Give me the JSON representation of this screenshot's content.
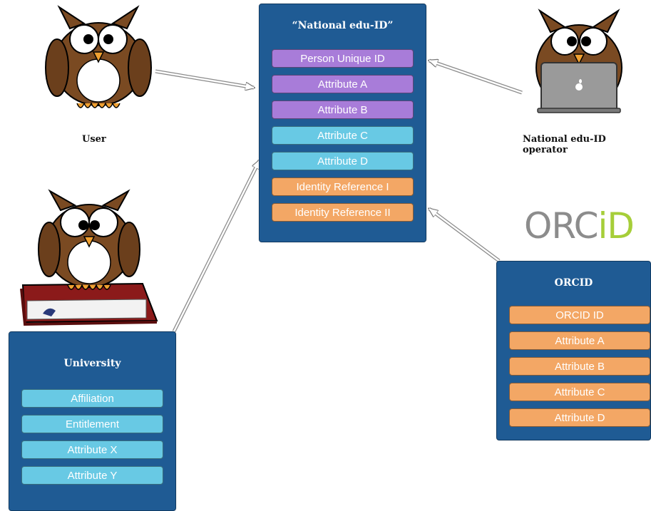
{
  "colors": {
    "panel": "#1f5b94",
    "purple": "#a87cd9",
    "cyan": "#68c9e4",
    "orange": "#f3a765",
    "orcid_gray": "#8c8c8c",
    "orcid_green": "#a6ce39"
  },
  "edu_id": {
    "title": "“National edu-ID”",
    "items": [
      "Person Unique ID",
      "Attribute A",
      "Attribute B",
      "Attribute C",
      "Attribute D",
      "Identity Reference I",
      "Identity Reference II"
    ]
  },
  "university": {
    "title": "University",
    "items": [
      "Affiliation",
      "Entitlement",
      "Attribute X",
      "Attribute Y"
    ]
  },
  "orcid": {
    "title": "ORCID",
    "items": [
      "ORCID ID",
      "Attribute A",
      "Attribute B",
      "Attribute C",
      "Attribute D"
    ]
  },
  "labels": {
    "user": "User",
    "operator": "National edu-ID operator"
  },
  "orcid_logo": {
    "part1": "ORC",
    "part2": "iD"
  },
  "icons": [
    "owl-user-icon",
    "owl-operator-laptop-icon",
    "owl-book-icon",
    "apple-logo-icon",
    "orcid-logo"
  ]
}
